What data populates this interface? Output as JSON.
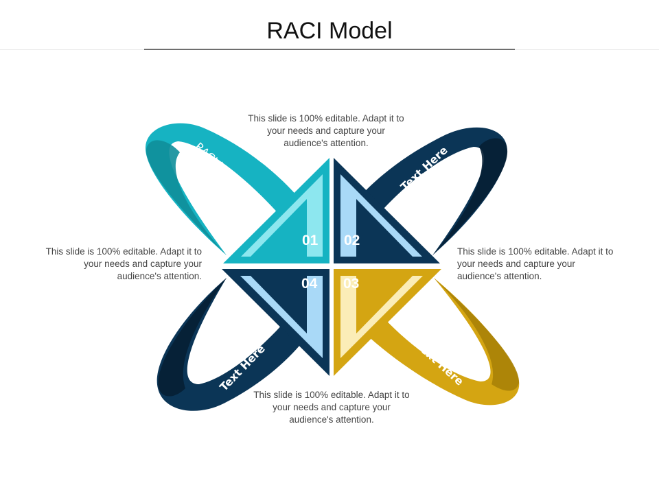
{
  "slide": {
    "title": "RACI Model"
  },
  "descriptions": {
    "top": "This slide is 100% editable. Adapt it to your needs and capture your audience's attention.",
    "left": "This slide is 100% editable. Adapt it to your needs and capture your audience's attention.",
    "right": "This slide is 100% editable. Adapt it to your needs and capture your audience's attention.",
    "bottom": "This slide is 100% editable. Adapt it to your needs and capture your audience's attention."
  },
  "segments": [
    {
      "number": "01",
      "ribbon_label": "RACI Model",
      "color": "#16B3C2",
      "light_color": "#8DE7EF"
    },
    {
      "number": "02",
      "ribbon_label": "Text Here",
      "color": "#0B3556",
      "light_color": "#A9D9F7"
    },
    {
      "number": "03",
      "ribbon_label": "Text Here",
      "color": "#D4A512",
      "light_color": "#FBEDB7"
    },
    {
      "number": "04",
      "ribbon_label": "Text Here",
      "color": "#0B3556",
      "light_color": "#A9D9F7"
    }
  ]
}
